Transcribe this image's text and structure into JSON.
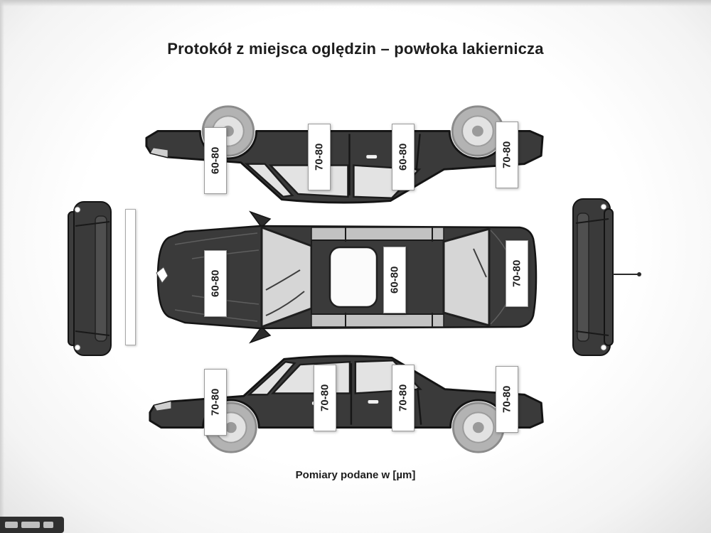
{
  "title": "Protokół z miejsca oględzin – powłoka lakiernicza",
  "footer": "Pomiary podane w [µm]",
  "measurements": {
    "upper_side_view": [
      "60-80",
      "70-80",
      "60-80",
      "70-80"
    ],
    "top_view": [
      "60-80",
      "60-80",
      "70-80"
    ],
    "lower_side_view": [
      "70-80",
      "70-80",
      "70-80",
      "70-80"
    ]
  },
  "colors": {
    "car_body": "#3a3a3a",
    "car_outline": "#141414",
    "glass": "#e3e3e3",
    "glass_top": "#d6d6d6",
    "wheel_tire": "#b3b3b3",
    "wheel_rim": "#e2e2e2",
    "label_bg": "#ffffff",
    "label_border": "#9a9a9a",
    "text": "#1d1d1d"
  }
}
